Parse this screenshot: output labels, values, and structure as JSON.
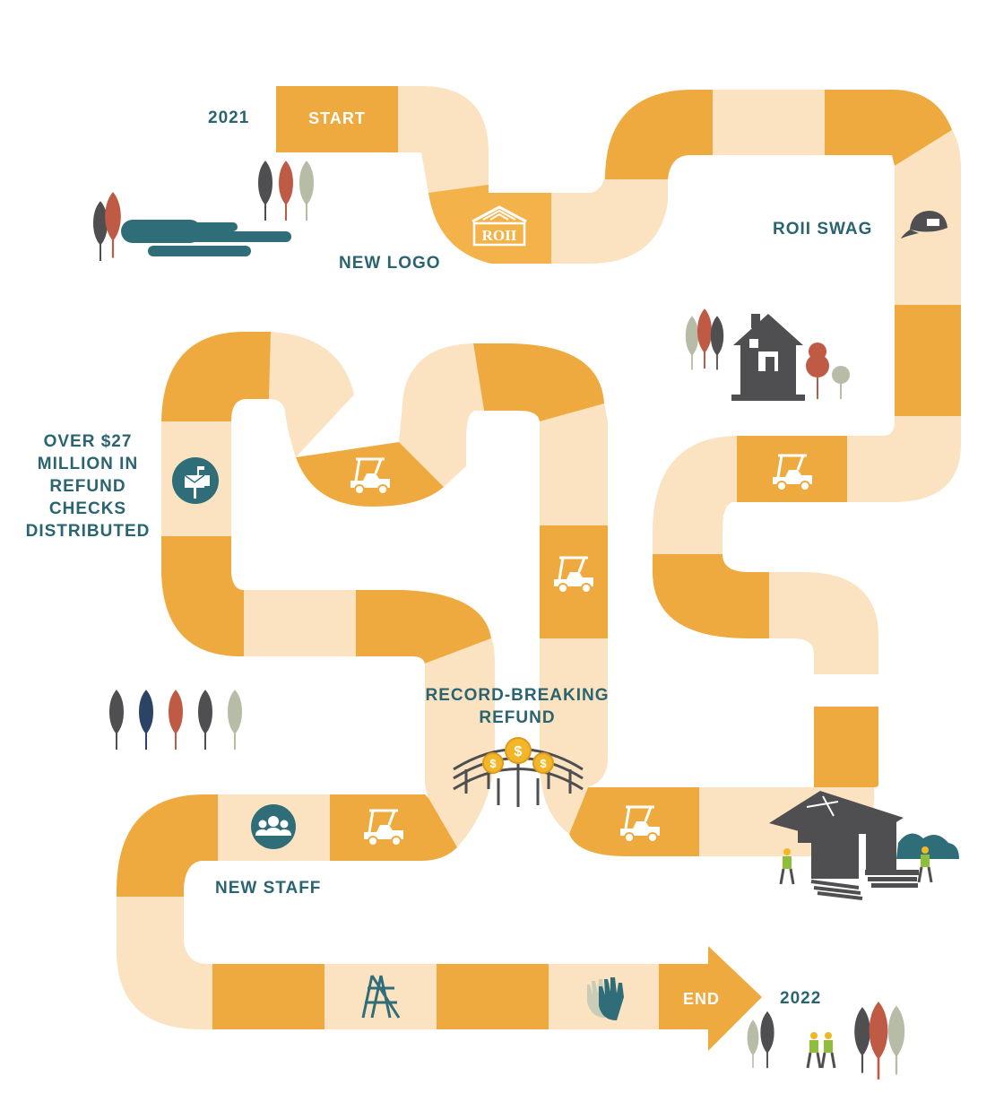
{
  "board": {
    "start_year": "2021",
    "end_year": "2022",
    "start_label": "START",
    "end_label": "END"
  },
  "milestones": {
    "new_logo": "NEW LOGO",
    "logo_text": "ROII",
    "swag": "ROII SWAG",
    "refund_checks": [
      "OVER $27",
      "MILLION IN",
      "REFUND",
      "CHECKS",
      "DISTRIBUTED"
    ],
    "record_refund": [
      "RECORD-BREAKING",
      "REFUND"
    ],
    "new_staff": "NEW STAFF"
  },
  "colors": {
    "dark_tile": "#eeaa3f",
    "light_tile": "#fbe2c0",
    "text_teal": "#2a6470",
    "icon_teal": "#2f6e79",
    "icon_gray": "#4f4f51",
    "tree_red": "#bf5a45",
    "tree_sage": "#b6bca6",
    "tree_navy": "#2b4465",
    "coin_gold": "#f1b728"
  },
  "icons": [
    "golf-cart-icon",
    "mailbox-icon",
    "people-icon",
    "ladder-icon",
    "gloves-icon",
    "cap-icon",
    "house-icon",
    "bridge-icon",
    "coin-icon",
    "construction-scene-icon",
    "tree-icon",
    "pond-icon",
    "worker-icon"
  ]
}
